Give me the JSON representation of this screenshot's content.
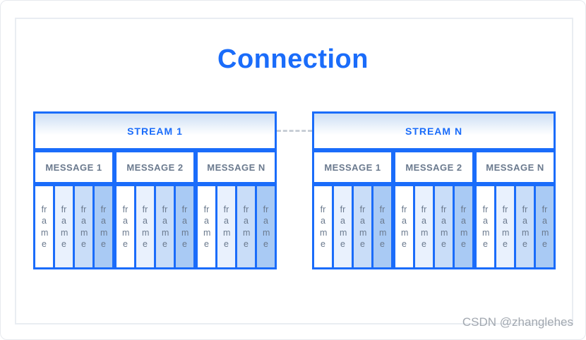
{
  "title": "Connection",
  "watermark": "CSDN @zhanglehes",
  "colors": {
    "accent_blue": "#1a6cfa",
    "label_gray": "#6b7a8e",
    "watermark_gray": "#a2a8b0",
    "stream_header_gradient_top": "#cddff5",
    "frame_shades": [
      "#ffffff",
      "#e9f1fd",
      "#c9ddf8",
      "#a9caf4"
    ]
  },
  "streams": [
    {
      "label": "STREAM 1",
      "messages": [
        {
          "label": "MESSAGE 1",
          "frames": [
            "frame",
            "frame",
            "frame",
            "frame"
          ]
        },
        {
          "label": "MESSAGE 2",
          "frames": [
            "frame",
            "frame",
            "frame",
            "frame"
          ]
        },
        {
          "label": "MESSAGE N",
          "frames": [
            "frame",
            "frame",
            "frame",
            "frame"
          ]
        }
      ]
    },
    {
      "label": "STREAM N",
      "messages": [
        {
          "label": "MESSAGE 1",
          "frames": [
            "frame",
            "frame",
            "frame",
            "frame"
          ]
        },
        {
          "label": "MESSAGE 2",
          "frames": [
            "frame",
            "frame",
            "frame",
            "frame"
          ]
        },
        {
          "label": "MESSAGE N",
          "frames": [
            "frame",
            "frame",
            "frame",
            "frame"
          ]
        }
      ]
    }
  ]
}
